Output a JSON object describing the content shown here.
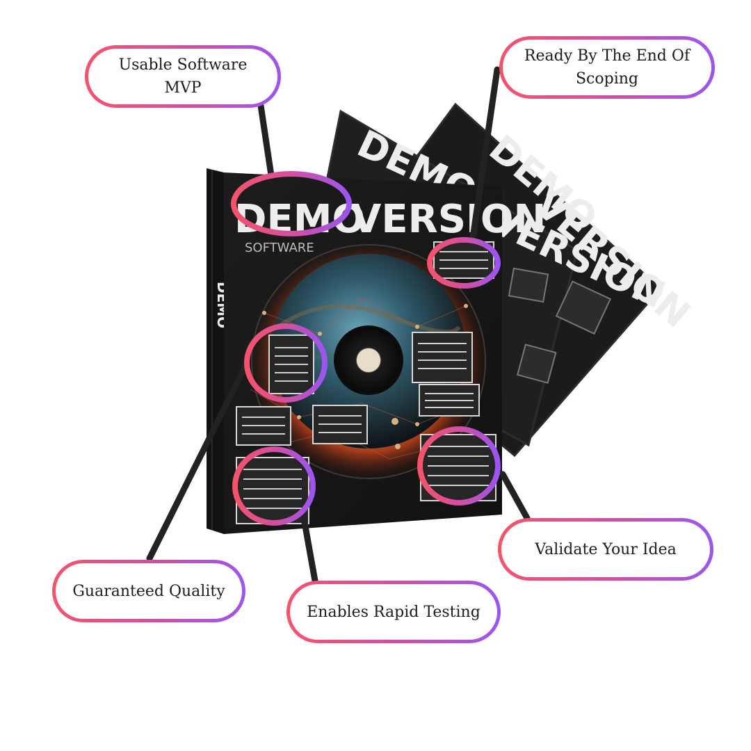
{
  "callouts": {
    "usable_mvp": "Usable Software MVP",
    "ready_by_end": "Ready By The End Of Scoping",
    "validate_idea": "Validate Your Idea",
    "guaranteed_quality": "Guaranteed Quality",
    "rapid_testing": "Enables Rapid Testing"
  },
  "cover": {
    "title_left": "DEMO",
    "title_right": "VERSION",
    "subtitle": "SOFTWARE",
    "spine_text": "DEMO",
    "back_title_1": "DEMO",
    "back_title_2": "VERSION",
    "back_title_3": "VERSION"
  },
  "colors": {
    "gradient_start": "#f5536b",
    "gradient_mid": "#d44fa0",
    "gradient_end": "#9b55f0",
    "connector": "#222222",
    "box_cover": "#1a1a1a"
  }
}
